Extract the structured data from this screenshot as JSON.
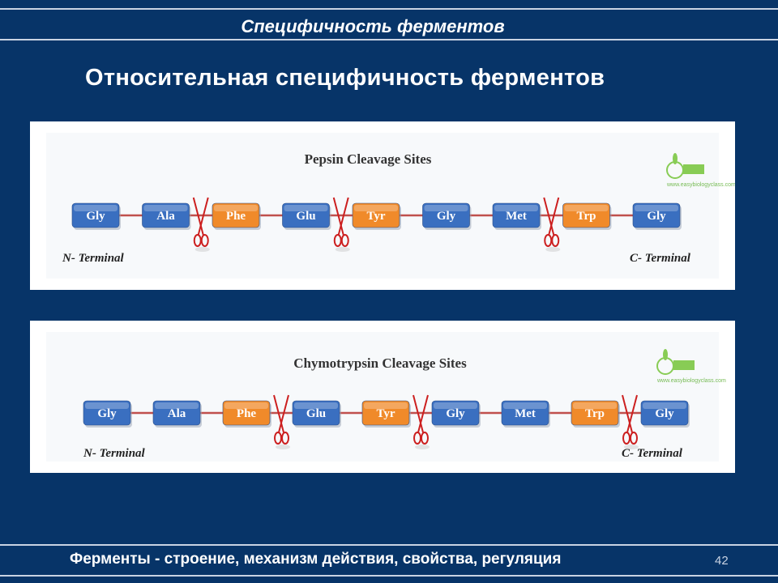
{
  "header": {
    "title": "Специфичность ферментов"
  },
  "subtitle": "Относительная специфичность ферментов",
  "diagrams": [
    {
      "title": "Pepsin Cleavage Sites",
      "amino_acids": [
        {
          "label": "Gly",
          "color": "blue"
        },
        {
          "label": "Ala",
          "color": "blue"
        },
        {
          "label": "Phe",
          "color": "orange"
        },
        {
          "label": "Glu",
          "color": "blue"
        },
        {
          "label": "Tyr",
          "color": "orange"
        },
        {
          "label": "Gly",
          "color": "blue"
        },
        {
          "label": "Met",
          "color": "blue"
        },
        {
          "label": "Trp",
          "color": "orange"
        },
        {
          "label": "Gly",
          "color": "blue"
        }
      ],
      "cleavage_after_index": [
        1,
        3,
        6
      ],
      "n_terminal": "N- Terminal",
      "c_terminal": "C- Terminal",
      "watermark": "www.easybiologyclass.com"
    },
    {
      "title": "Chymotrypsin Cleavage Sites",
      "amino_acids": [
        {
          "label": "Gly",
          "color": "blue"
        },
        {
          "label": "Ala",
          "color": "blue"
        },
        {
          "label": "Phe",
          "color": "orange"
        },
        {
          "label": "Glu",
          "color": "blue"
        },
        {
          "label": "Tyr",
          "color": "orange"
        },
        {
          "label": "Gly",
          "color": "blue"
        },
        {
          "label": "Met",
          "color": "blue"
        },
        {
          "label": "Trp",
          "color": "orange"
        },
        {
          "label": "Gly",
          "color": "blue"
        }
      ],
      "cleavage_after_index": [
        2,
        4,
        7
      ],
      "n_terminal": "N- Terminal",
      "c_terminal": "C- Terminal",
      "watermark": "www.easybiologyclass.com"
    }
  ],
  "colors": {
    "blue": "#3a6fc0",
    "orange": "#f08a2a",
    "bond": "#c0504d",
    "scissors": "#cc1f1f",
    "background": "#073468"
  },
  "footer": {
    "text": "Ферменты - строение, механизм действия, свойства, регуляция",
    "page": "42"
  }
}
